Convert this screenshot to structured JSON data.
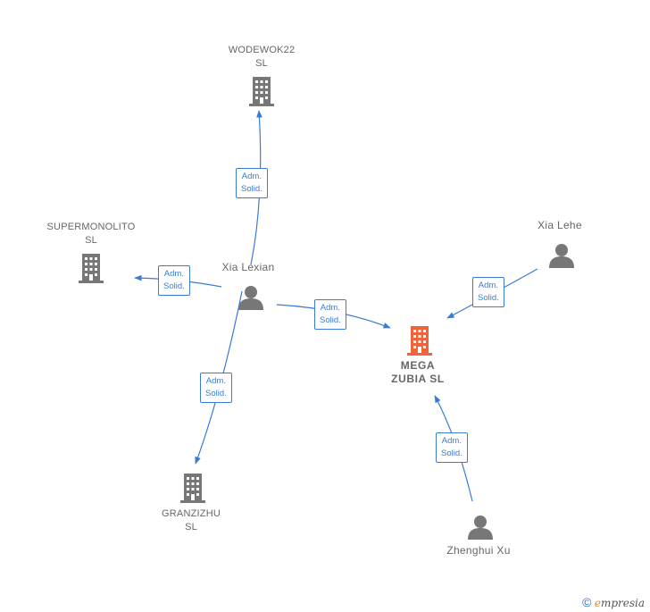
{
  "nodes": {
    "wodewok22": {
      "line1": "WODEWOK22",
      "line2": "SL",
      "color": "#777777"
    },
    "supermonolito": {
      "line1": "SUPERMONOLITO",
      "line2": "SL",
      "color": "#777777"
    },
    "granzizhu": {
      "line1": "GRANZIZHU",
      "line2": "SL",
      "color": "#777777"
    },
    "mega_zubia": {
      "line1": "MEGA",
      "line2": "ZUBIA  SL",
      "color": "#f0643c"
    },
    "xia_lexian": {
      "name": "Xia Lexian",
      "color": "#777777"
    },
    "xia_lehe": {
      "name": "Xia Lehe",
      "color": "#777777"
    },
    "zhenghui_xu": {
      "name": "Zhenghui Xu",
      "color": "#777777"
    }
  },
  "edges": [
    {
      "from": "xia_lexian",
      "to": "wodewok22",
      "line1": "Adm.",
      "line2": "Solid."
    },
    {
      "from": "xia_lexian",
      "to": "supermonolito",
      "line1": "Adm.",
      "line2": "Solid."
    },
    {
      "from": "xia_lexian",
      "to": "mega_zubia",
      "line1": "Adm.",
      "line2": "Solid."
    },
    {
      "from": "xia_lexian",
      "to": "granzizhu",
      "line1": "Adm.",
      "line2": "Solid."
    },
    {
      "from": "xia_lehe",
      "to": "mega_zubia",
      "line1": "Adm.",
      "line2": "Solid."
    },
    {
      "from": "zhenghui_xu",
      "to": "mega_zubia",
      "line1": "Adm.",
      "line2": "Solid."
    }
  ],
  "edge_color": "#3a7bd5",
  "footer": {
    "symbol": "©",
    "brand_initial": "e",
    "brand_rest": "mpresia"
  }
}
